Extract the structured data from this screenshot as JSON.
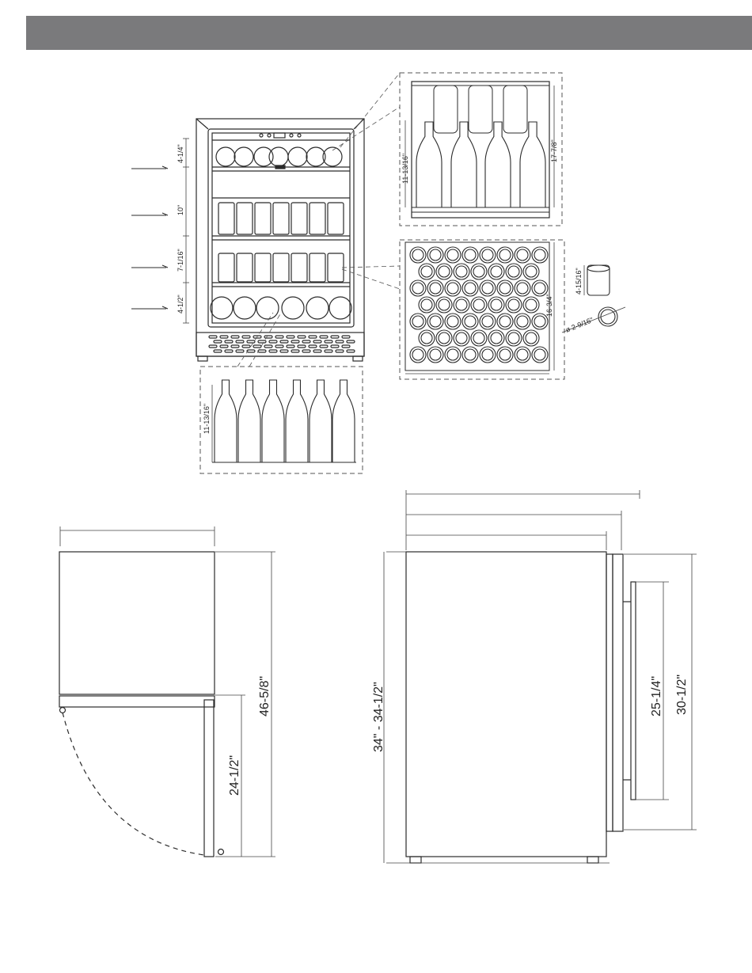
{
  "header": {
    "bar_color": "#7a7a7c"
  },
  "colors": {
    "line": "#2b2b2b",
    "thin": "#444444",
    "dash": "#555555"
  },
  "front_view": {
    "shelf_dims": [
      "4-1/4\"",
      "10\"",
      "7-1/16\"",
      "4-1/2\""
    ]
  },
  "detail_top": {
    "dims": [
      "11-13/16\"",
      "17-7/8\""
    ]
  },
  "detail_cans": {
    "dims": [
      "16-3/4\""
    ]
  },
  "detail_bottom": {
    "dims": [
      "11-13/16\""
    ]
  },
  "can_detail": {
    "height": "4-15/16\"",
    "diameter": "ø 2-9/16\""
  },
  "top_view": {
    "dims": [
      "46-5/8\"",
      "24-1/2\""
    ]
  },
  "side_view": {
    "dims": [
      "34\" - 34-1/2\"",
      "25-1/4\"",
      "30-1/2\""
    ]
  }
}
